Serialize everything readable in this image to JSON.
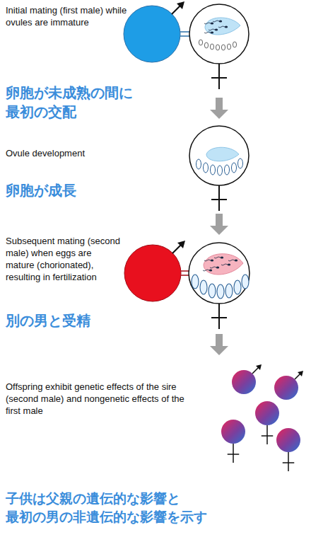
{
  "diagram": {
    "labels": [
      "Initial mating (first male) while ovules are immature",
      "卵胞が未成熟の間に 最初の交配",
      "Ovule development",
      "卵胞が成長",
      "Subsequent mating (second male) when eggs are mature (chorionated), resulting in fertilization",
      "別の男と受精",
      "Offspring exhibit genetic effects of the sire (second male) and nongenetic effects of the first male",
      "子供は父親の遺伝的な影響と 最初の男の非遺伝的な影響を示す"
    ]
  }
}
